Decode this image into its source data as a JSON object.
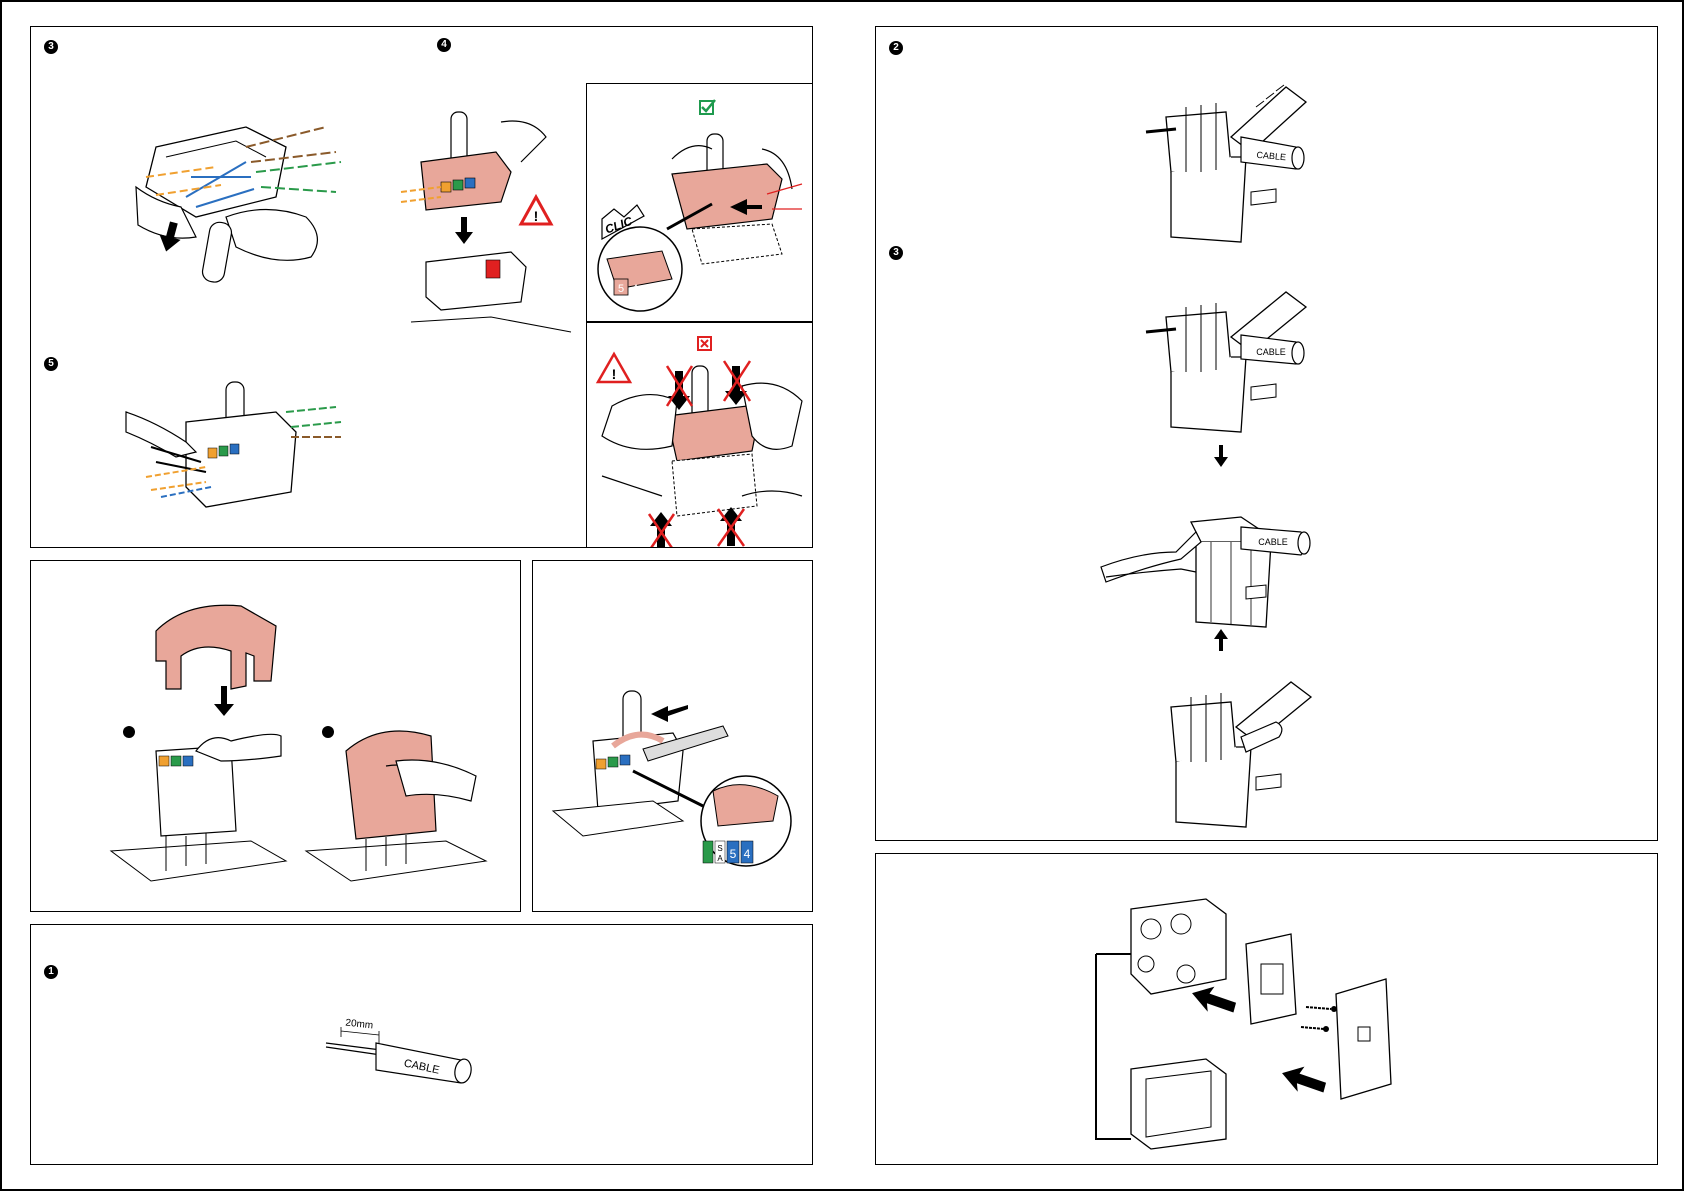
{
  "steps": {
    "step3_wiring": "3",
    "step4_insert": "4",
    "step5_cut": "5",
    "step1_strip": "1",
    "step2_open": "2",
    "step3_close": "3"
  },
  "labels": {
    "clic": "CLIC",
    "cable_tag": "CABLE",
    "strip_length": "20mm",
    "pin_s": "S",
    "pin_a": "A",
    "pin_5": "5",
    "pin_4": "4"
  },
  "colors": {
    "salmon": "#e8a79a",
    "salmon_dark": "#c9806f",
    "orange_wire": "#f0a030",
    "blue_wire": "#2a6fc0",
    "green_wire": "#2a9a4a",
    "brown_wire": "#8a5a2a",
    "ok_green": "#1f9a4e",
    "no_red": "#e02020"
  },
  "icons": [
    "check-icon",
    "cross-icon",
    "warning-icon",
    "arrow-down-icon",
    "arrow-up-icon",
    "arrow-left-icon"
  ]
}
